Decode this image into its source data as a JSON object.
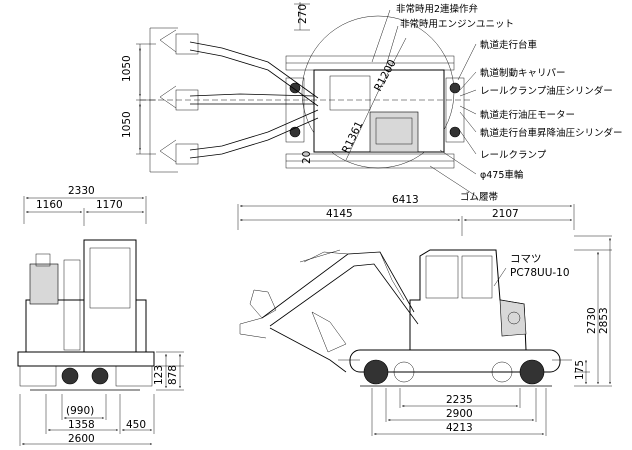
{
  "top_view": {
    "dimensions": {
      "d270": "270",
      "d1050_upper": "1050",
      "d1050_lower": "1050",
      "d20": "20",
      "r1200": "R1200",
      "r1361": "R1361"
    },
    "callouts": [
      "非常時用2連操作弁",
      "非常時用エンジンユニット",
      "軌道走行台車",
      "軌道制動キャリパー",
      "レールクランプ油圧シリンダー",
      "軌道走行油圧モーター",
      "軌道走行台車昇降油圧シリンダー",
      "レールクランプ",
      "φ475車輪",
      "ゴム履帯"
    ]
  },
  "front_view": {
    "dimensions": {
      "total_width": "2330",
      "left_half": "1160",
      "right_half": "1170",
      "d123": "123",
      "d878": "878",
      "d990": "(990)",
      "d1358": "1358",
      "d450": "450",
      "d2600": "2600"
    }
  },
  "side_view": {
    "model_maker": "コマツ",
    "model_name": "PC78UU-10",
    "dimensions": {
      "overall_length": "6413",
      "front_reach": "4145",
      "rear_length": "2107",
      "d2235": "2235",
      "d2900": "2900",
      "d4213": "4213",
      "d175": "175",
      "d2730": "2730",
      "d2853": "2853"
    }
  }
}
